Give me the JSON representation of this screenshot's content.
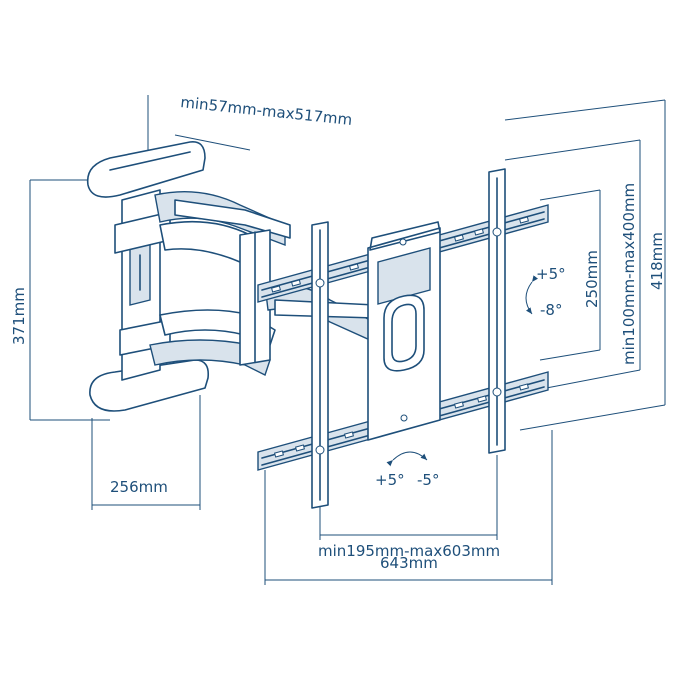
{
  "dimensions": {
    "arm_extension": "min57mm-max517mm",
    "plate_height": "371mm",
    "plate_width": "256mm",
    "vertical_hole_spacing": "min100mm-max400mm",
    "overall_height": "418mm",
    "rail_height": "250mm",
    "horizontal_hole_spacing": "min195mm-max603mm",
    "overall_width": "643mm"
  },
  "tilt": {
    "up": "+5°",
    "down": "-8°"
  },
  "swivel": {
    "left": "+5°",
    "right": "-5°"
  },
  "colors": {
    "ink": "#1e4f7a",
    "shade": "#d9e3ec"
  }
}
